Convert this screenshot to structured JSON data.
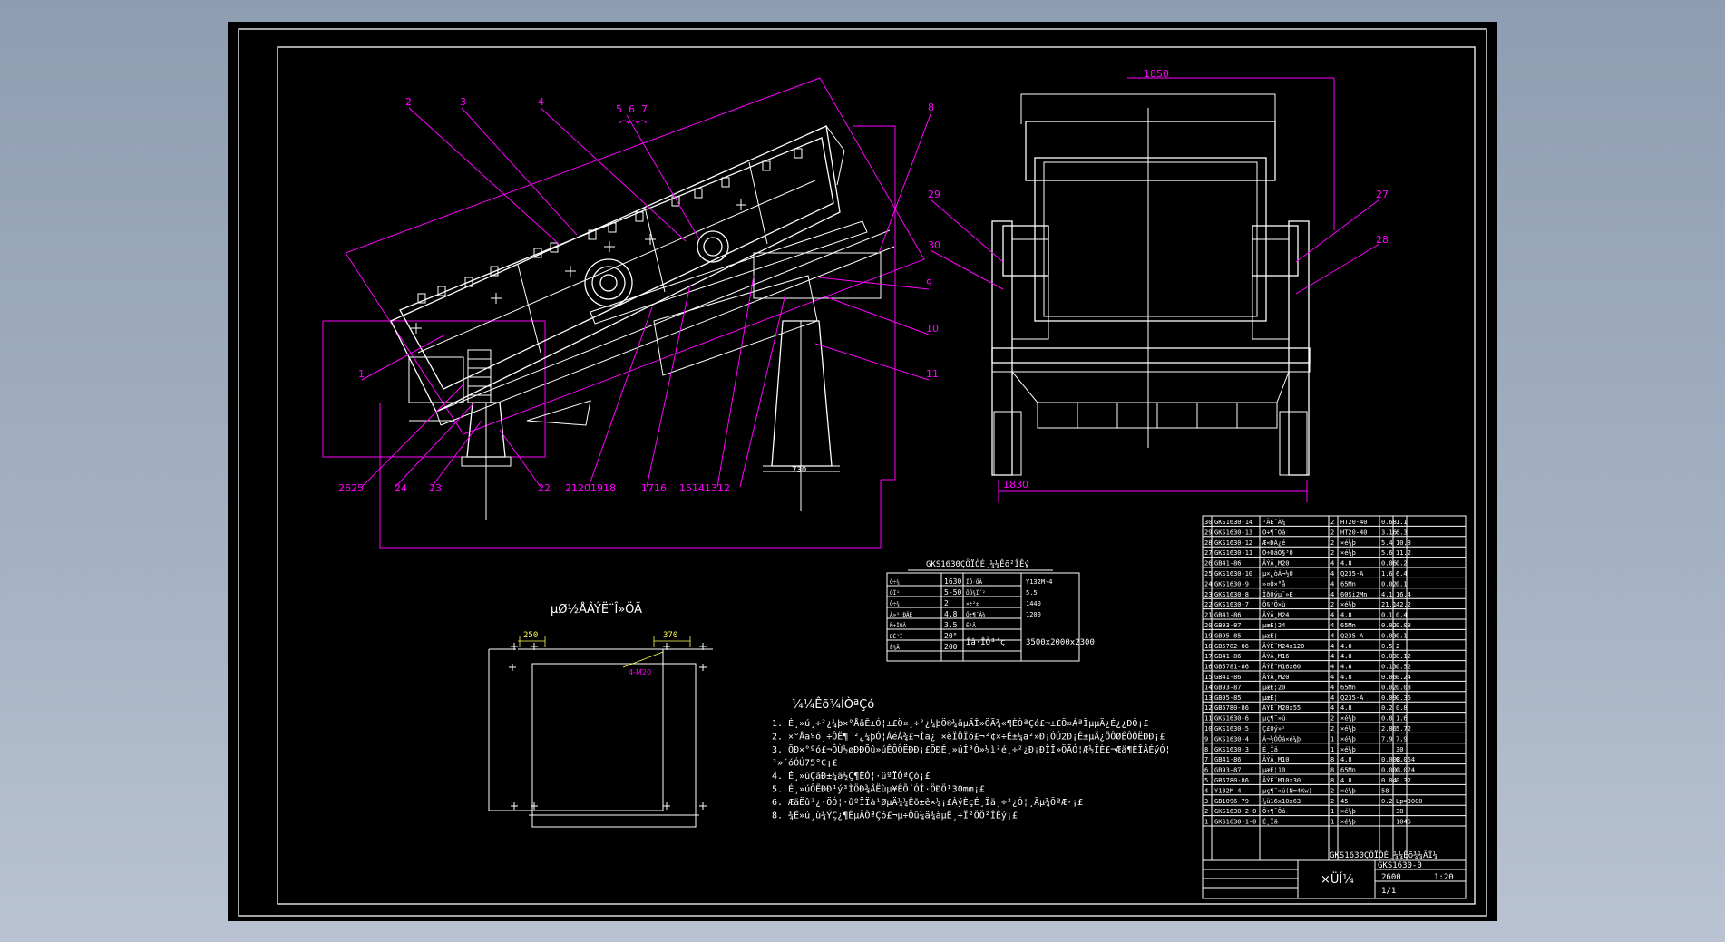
{
  "colors": {
    "background_gradient_top": "#8f9db2",
    "paper": "#000000",
    "outline": "#ffffff",
    "leader": "#ff00ff",
    "dimension": "#ffff55"
  },
  "balloons_left": [
    {
      "n": "2"
    },
    {
      "n": "3"
    },
    {
      "n": "4"
    },
    {
      "n": "5"
    },
    {
      "n": "6"
    },
    {
      "n": "7"
    },
    {
      "n": "8"
    },
    {
      "n": "9"
    },
    {
      "n": "10"
    },
    {
      "n": "11"
    },
    {
      "n": "1"
    },
    {
      "n": "26"
    },
    {
      "n": "25"
    },
    {
      "n": "24"
    },
    {
      "n": "23"
    },
    {
      "n": "22"
    },
    {
      "n": "21"
    },
    {
      "n": "20"
    },
    {
      "n": "19"
    },
    {
      "n": "18"
    },
    {
      "n": "17"
    },
    {
      "n": "16"
    },
    {
      "n": "15"
    },
    {
      "n": "14"
    },
    {
      "n": "13"
    },
    {
      "n": "12"
    }
  ],
  "balloons_right": [
    {
      "n": "29"
    },
    {
      "n": "30"
    },
    {
      "n": "27"
    },
    {
      "n": "28"
    }
  ],
  "dims": {
    "top_width": "1850",
    "bottom_left": "1830",
    "foot_label": "730"
  },
  "tech_table": {
    "title": "GKS1630ÇÖÏÒÉ¸¼¼Êõ²ÎÊý",
    "cells": [
      "Ó÷¾",
      "ÖÏ¹¦",
      "Ò÷¾",
      "Ä»¹¦ÐÂÈ",
      "Ñ÷ÏÚÂ",
      "ÐÉ²Î",
      "Ë¾Ã",
      "ÏÔ·ÖÀ",
      "ÕÕ¾Ï´²",
      "×÷²±",
      "Ö÷¶¯Á¼",
      "Ê²Ã",
      "Ê²ÖÈ",
      "Ï¡½Á",
      "¿ª¿×Ò»",
      "ÆäÏ³",
      "ÏµÍ³"
    ],
    "values": [
      "1630",
      "5-50",
      "2",
      "4.8",
      "3.5",
      "20°",
      "200",
      "Y132M-4",
      "5.5",
      "1440",
      "1200"
    ],
    "size_label": "3500x2000x2300",
    "size_key": "Íâ·ÎÒ³´ç"
  },
  "foundation": {
    "title": "µØ½ÅÂÝË¨Î»ÖÃ",
    "dim_left": "250",
    "dim_right": "370",
    "bolt_label": "4-M20"
  },
  "notes": {
    "title": "¼¼Êõ¾ÍÒªÇó",
    "lines": [
      "1. É¸»ú¸÷²¿¼þ×°ÅäÊ±Ó¦±£Ö¤¸÷²¿¼þÖ®¼äµÄÎ»ÖÃ¾«¶ÈÒªÇó£¬±£Ö¤ÁªÏµµÄ¿É¿¿ÐÔ¡£",
      "2. ×°Åäºó¸÷ÔË¶¯²¿¼þÓ¦ÁéÀ¾£¬Îä¿¨×èÏÖÏó£¬²¢×÷Ê±¼ä²»Ð¡ÓÚ2Ð¡Ê±µÄ¿ÕÔØÊÔÔËÐÐ¡£",
      "3. ÕÐ×°ºó£¬ÔÙ½øÐÐÕû»úÊÔÔËÐÐ¡£ÕÐÉ¸»úÍ³Ò»¼ì²é¸÷²¿Ð¡ÐÎÎ»ÖÃÓ¦Æ½ÎÈ£¬Æä¶ÈÎÂÉýÓ¦",
      "   ²»´óÓÚ75°C¡£",
      "4. É¸»úÇãÐ±¼ä½Ç¶ÈÓ¦·ûºÏÒªÇó¡£",
      "5. É¸»úÔËÐÐ¹ý³ÌÖÐ¾ÅËùµ¥ÊÕ´ÓÍ·ÖÐÖ¹30mm¡£",
      "6. ÆäËû²¿·ÖÓ¦·ûºÏÏà¹ØµÄ¼¼Êõ±ê×¼¡£ÀýÈçÉ¸Ïä¸÷²¿Ó¦¸Ãµ¾ÖªÆ·¡£",
      "8. ¾É»ú¸ù¾ÝÇ¿¶ÈµÄÒªÇó£¬µ÷Õû¼ä¾àµÈ¸÷Ï²ÖÖ²ÎÊý¡£"
    ]
  },
  "bom_rows": [
    {
      "no": "30",
      "code": "GKS1630-14",
      "name": "¹ÄÉ¨À¼",
      "qty": "2",
      "mat": "HT20-40",
      "w1": "0.68",
      "w2": "1.1"
    },
    {
      "no": "29",
      "code": "GKS1630-13",
      "name": "Ö÷¶¯Öá",
      "qty": "2",
      "mat": "HT20-40",
      "w1": "3.16",
      "w2": "6.3"
    },
    {
      "no": "28",
      "code": "GKS1630-12",
      "name": "Æ«ÐÄ¿é",
      "qty": "2",
      "mat": "×é¼þ",
      "w1": "5.4",
      "w2": "10.8"
    },
    {
      "no": "27",
      "code": "GKS1630-11",
      "name": "Ö÷ÖáÖ§³Ö",
      "qty": "2",
      "mat": "×é¼þ",
      "w1": "5.6",
      "w2": "11.2"
    },
    {
      "no": "26",
      "code": "GB41-86",
      "name": "ÂÝÄ¸M20",
      "qty": "4",
      "mat": "4.8",
      "w1": "0.06",
      "w2": "0.2"
    },
    {
      "no": "25",
      "code": "GKS1630-10",
      "name": "µ×¿òÁ¬½Ó",
      "qty": "4",
      "mat": "Q235-A",
      "w1": "1.6",
      "w2": "6.4"
    },
    {
      "no": "24",
      "code": "GKS1630-9",
      "name": "»¤Õ×°å",
      "qty": "4",
      "mat": "65Mn",
      "w1": "0.02",
      "w2": "0.1"
    },
    {
      "no": "23",
      "code": "GKS1630-8",
      "name": "ÏðÕýµ¯»É",
      "qty": "4",
      "mat": "60Si2Mn",
      "w1": "4.1",
      "w2": "16.4"
    },
    {
      "no": "22",
      "code": "GKS1630-7",
      "name": "Ö§³Ö×ù",
      "qty": "2",
      "mat": "×é¼þ",
      "w1": "21.1",
      "w2": "42.2"
    },
    {
      "no": "21",
      "code": "GB41-86",
      "name": "ÂÝÄ¸M24",
      "qty": "4",
      "mat": "4.8",
      "w1": "0.1",
      "w2": "0.4"
    },
    {
      "no": "20",
      "code": "GB93-87",
      "name": "µæÈ¦24",
      "qty": "4",
      "mat": "65Mn",
      "w1": "0.02",
      "w2": "0.08"
    },
    {
      "no": "19",
      "code": "GB95-85",
      "name": "µæÈ¦",
      "qty": "4",
      "mat": "Q235-A",
      "w1": "0.03",
      "w2": "0.1"
    },
    {
      "no": "18",
      "code": "GB5782-86",
      "name": "ÂÝË¨M24x120",
      "qty": "4",
      "mat": "4.8",
      "w1": "0.5",
      "w2": "2"
    },
    {
      "no": "17",
      "code": "GB41-86",
      "name": "ÂÝÄ¸M16",
      "qty": "4",
      "mat": "4.8",
      "w1": "0.03",
      "w2": "0.12"
    },
    {
      "no": "16",
      "code": "GB5781-86",
      "name": "ÂÝË¨M16x60",
      "qty": "4",
      "mat": "4.8",
      "w1": "0.13",
      "w2": "0.52"
    },
    {
      "no": "15",
      "code": "GB41-86",
      "name": "ÂÝÄ¸M20",
      "qty": "4",
      "mat": "4.8",
      "w1": "0.06",
      "w2": "0.24"
    },
    {
      "no": "14",
      "code": "GB93-87",
      "name": "µæÈ¦20",
      "qty": "4",
      "mat": "65Mn",
      "w1": "0.02",
      "w2": "0.08"
    },
    {
      "no": "13",
      "code": "GB95-85",
      "name": "µæÈ¦",
      "qty": "4",
      "mat": "Q235-A",
      "w1": "0.09",
      "w2": "0.36"
    },
    {
      "no": "12",
      "code": "GB5780-86",
      "name": "ÂÝË¨M20x55",
      "qty": "4",
      "mat": "4.8",
      "w1": "0.2",
      "w2": "0.8"
    },
    {
      "no": "11",
      "code": "GKS1630-6",
      "name": "µç¶¯»ú",
      "qty": "2",
      "mat": "×é¼þ",
      "w1": "0.8",
      "w2": "1.6"
    },
    {
      "no": "10",
      "code": "GKS1630-5",
      "name": "Ç£Òý»¹",
      "qty": "2",
      "mat": "×é¼þ",
      "w1": "2.86",
      "w2": "5.72"
    },
    {
      "no": "9",
      "code": "GKS1630-4",
      "name": "Á¬½ÓÖá×é¼þ",
      "qty": "1",
      "mat": "×é¼þ",
      "w1": "7.9",
      "w2": "7.9"
    },
    {
      "no": "8",
      "code": "GKS1630-3",
      "name": "É¸Ïä",
      "qty": "1",
      "mat": "×é¼þ",
      "w1": "",
      "w2": "30"
    },
    {
      "no": "7",
      "code": "GB41-86",
      "name": "ÂÝÄ¸M10",
      "qty": "8",
      "mat": "4.8",
      "w1": "0.008",
      "w2": "0.064"
    },
    {
      "no": "6",
      "code": "GB93-87",
      "name": "µæÈ¦10",
      "qty": "8",
      "mat": "65Mn",
      "w1": "0.003",
      "w2": "0.024"
    },
    {
      "no": "5",
      "code": "GB5780-86",
      "name": "ÂÝË¨M10x30",
      "qty": "8",
      "mat": "4.8",
      "w1": "0.04",
      "w2": "0.32"
    },
    {
      "no": "4",
      "code": "Y132M-4",
      "name": "µç¶¯»ú(N=4Kw)",
      "qty": "2",
      "mat": "×é¼þ",
      "w1": "58",
      "w2": ""
    },
    {
      "no": "3",
      "code": "GB1096-79",
      "name": "¼ü16x10x63",
      "qty": "2",
      "mat": "45",
      "w1": "0.2",
      "w2": "Lp=3000"
    },
    {
      "no": "2",
      "code": "GKS1630-2-0",
      "name": "Ö÷¶¯Öá",
      "qty": "1",
      "mat": "×é¼þ",
      "w1": "",
      "w2": "38"
    },
    {
      "no": "1",
      "code": "GKS1630-1-0",
      "name": "É¸Ïä",
      "qty": "1",
      "mat": "×é¼þ",
      "w1": "",
      "w2": "1046"
    }
  ],
  "title_block": {
    "drawing_title": "GKS1630ÇÖÏÒÉ¸¼¼Êõ¾¼ÃÍ¼",
    "drawing_no": "GKS1630-0",
    "sheet_type": "×ÜÍ¼",
    "scale": "1:20",
    "weight": "2600",
    "sheet": "1/1"
  }
}
